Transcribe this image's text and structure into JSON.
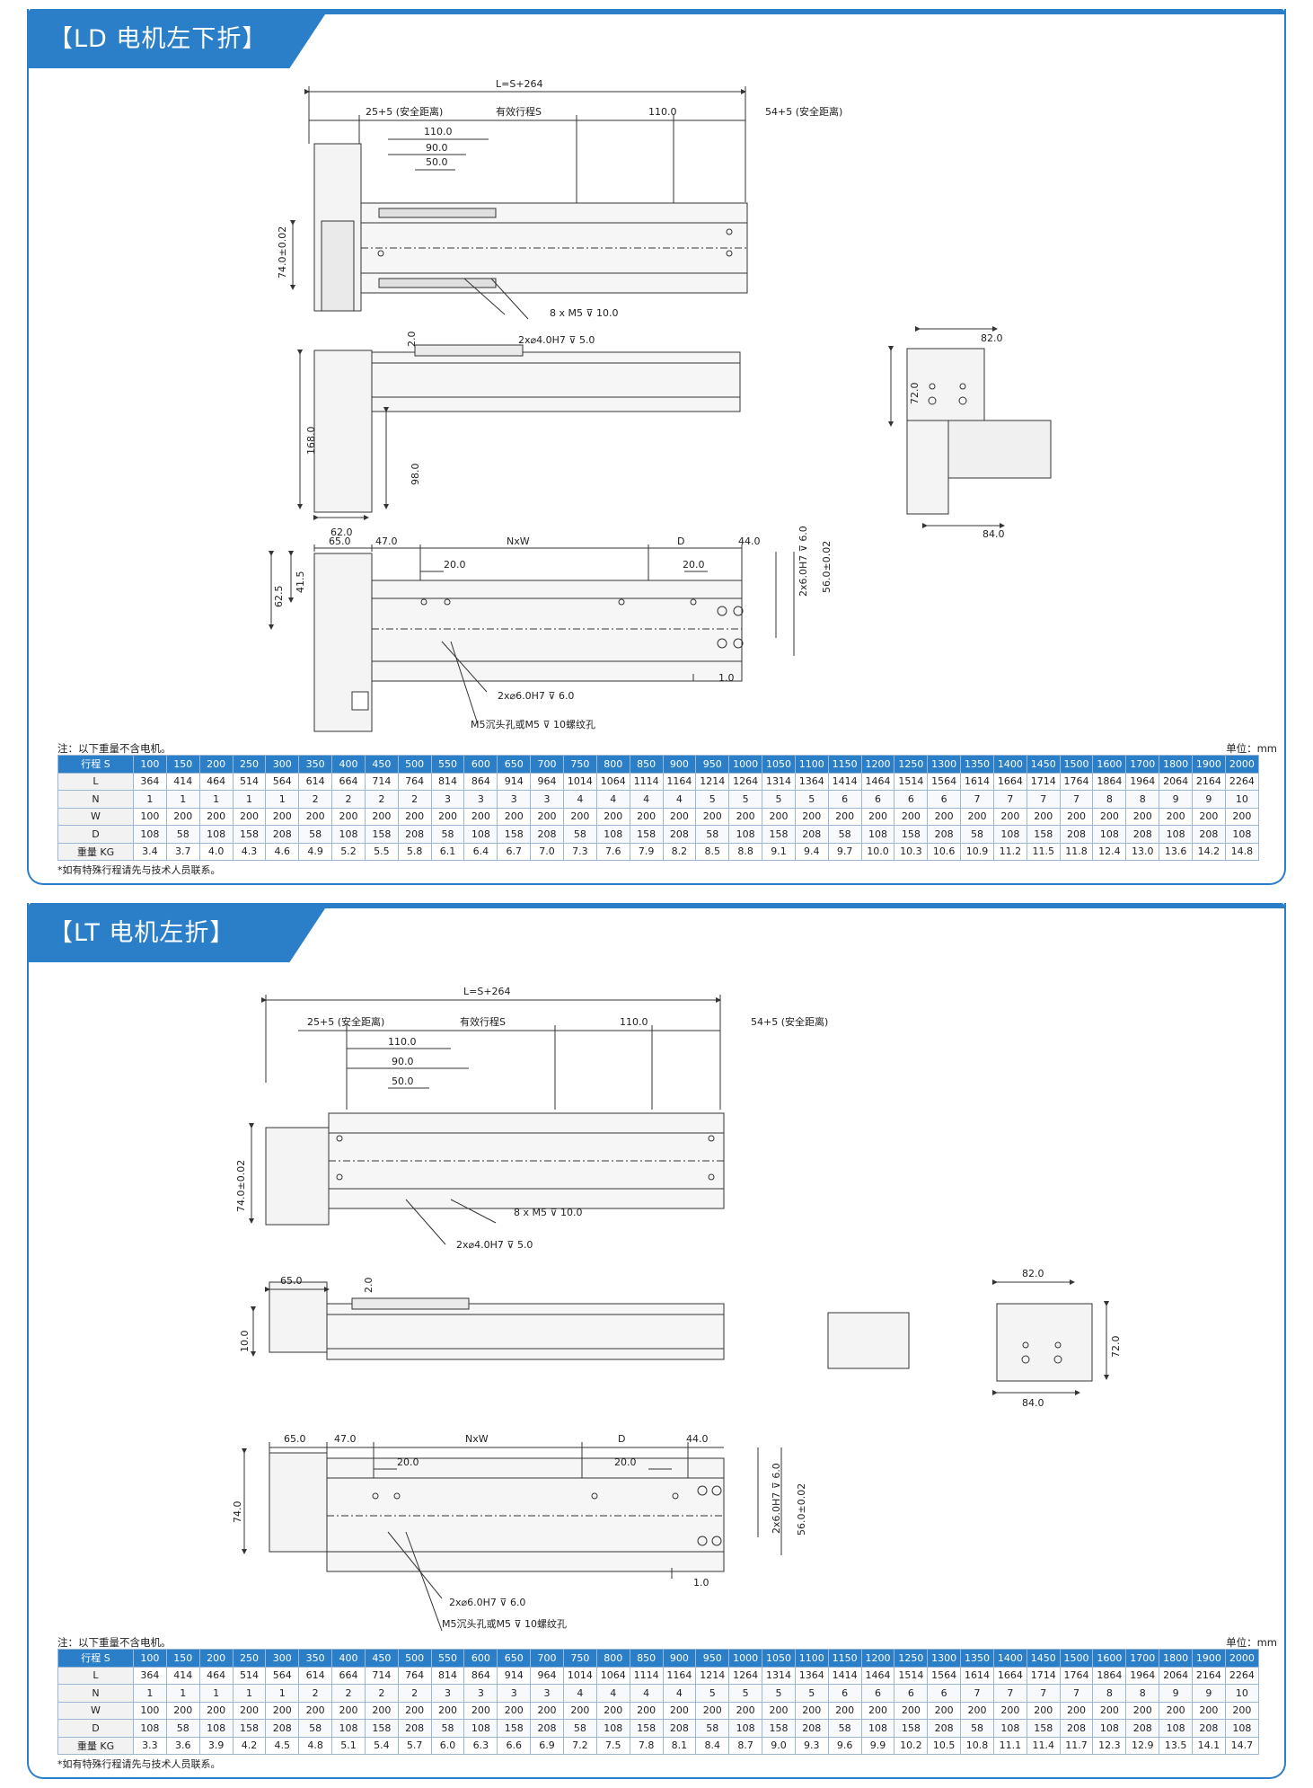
{
  "sections": [
    {
      "title": "【LD 电机左下折】",
      "dims": {
        "total": "L=S+264",
        "safe_left": "25+5 (安全距离)",
        "stroke": "有效行程S",
        "d110": "110.0",
        "safe_right": "54+5 (安全距离)",
        "top110": "110.0",
        "top90": "90.0",
        "top50": "50.0",
        "h74": "74.0±0.02",
        "holes_m5": "8 x  M5 ⊽ 10.0",
        "holes_pin": "2x⌀4.0H7 ⊽ 5.0",
        "s_2": "2.0",
        "s_168": "168.0",
        "s_98": "98.0",
        "s_62": "62.0",
        "e_82": "82.0",
        "e_72": "72.0",
        "e_84": "84.0",
        "b_65": "65.0",
        "b_47": "47.0",
        "b_nxw": "NxW",
        "b_d": "D",
        "b_44": "44.0",
        "b_20a": "20.0",
        "b_20b": "20.0",
        "b_625": "62.5",
        "b_415": "41.5",
        "b_pinv": "2x6.0H7 ⊽ 6.0",
        "b_56": "56.0±0.02",
        "b_1": "1.0",
        "b_pin2": "2x⌀6.0H7 ⊽ 6.0",
        "b_m5": "M5沉头孔或M5 ⊽ 10螺纹孔"
      },
      "note": "注：以下重量不含电机。",
      "unit": "单位：mm",
      "table": {
        "header_label": "行程 S",
        "strokes": [
          "100",
          "150",
          "200",
          "250",
          "300",
          "350",
          "400",
          "450",
          "500",
          "550",
          "600",
          "650",
          "700",
          "750",
          "800",
          "850",
          "900",
          "950",
          "1000",
          "1050",
          "1100",
          "1150",
          "1200",
          "1250",
          "1300",
          "1350",
          "1400",
          "1450",
          "1500",
          "1600",
          "1700",
          "1800",
          "1900",
          "2000"
        ],
        "rows": [
          {
            "label": "L",
            "values": [
              "364",
              "414",
              "464",
              "514",
              "564",
              "614",
              "664",
              "714",
              "764",
              "814",
              "864",
              "914",
              "964",
              "1014",
              "1064",
              "1114",
              "1164",
              "1214",
              "1264",
              "1314",
              "1364",
              "1414",
              "1464",
              "1514",
              "1564",
              "1614",
              "1664",
              "1714",
              "1764",
              "1864",
              "1964",
              "2064",
              "2164",
              "2264"
            ]
          },
          {
            "label": "N",
            "values": [
              "1",
              "1",
              "1",
              "1",
              "1",
              "2",
              "2",
              "2",
              "2",
              "3",
              "3",
              "3",
              "3",
              "4",
              "4",
              "4",
              "4",
              "5",
              "5",
              "5",
              "5",
              "6",
              "6",
              "6",
              "6",
              "7",
              "7",
              "7",
              "7",
              "8",
              "8",
              "9",
              "9",
              "10"
            ]
          },
          {
            "label": "W",
            "values": [
              "100",
              "200",
              "200",
              "200",
              "200",
              "200",
              "200",
              "200",
              "200",
              "200",
              "200",
              "200",
              "200",
              "200",
              "200",
              "200",
              "200",
              "200",
              "200",
              "200",
              "200",
              "200",
              "200",
              "200",
              "200",
              "200",
              "200",
              "200",
              "200",
              "200",
              "200",
              "200",
              "200",
              "200"
            ]
          },
          {
            "label": "D",
            "values": [
              "108",
              "58",
              "108",
              "158",
              "208",
              "58",
              "108",
              "158",
              "208",
              "58",
              "108",
              "158",
              "208",
              "58",
              "108",
              "158",
              "208",
              "58",
              "108",
              "158",
              "208",
              "58",
              "108",
              "158",
              "208",
              "58",
              "108",
              "158",
              "208",
              "108",
              "208",
              "108",
              "208",
              "108"
            ]
          },
          {
            "label": "重量 KG",
            "values": [
              "3.4",
              "3.7",
              "4.0",
              "4.3",
              "4.6",
              "4.9",
              "5.2",
              "5.5",
              "5.8",
              "6.1",
              "6.4",
              "6.7",
              "7.0",
              "7.3",
              "7.6",
              "7.9",
              "8.2",
              "8.5",
              "8.8",
              "9.1",
              "9.4",
              "9.7",
              "10.0",
              "10.3",
              "10.6",
              "10.9",
              "11.2",
              "11.5",
              "11.8",
              "12.4",
              "13.0",
              "13.6",
              "14.2",
              "14.8"
            ]
          }
        ]
      },
      "footnote": "*如有特殊行程请先与技术人员联系。"
    },
    {
      "title": "【LT 电机左折】",
      "dims": {
        "total": "L=S+264",
        "safe_left": "25+5 (安全距离)",
        "stroke": "有效行程S",
        "d110": "110.0",
        "safe_right": "54+5 (安全距离)",
        "top110": "110.0",
        "top90": "90.0",
        "top50": "50.0",
        "h74": "74.0±0.02",
        "holes_m5": "8 x  M5 ⊽ 10.0",
        "holes_pin": "2x⌀4.0H7 ⊽ 5.0",
        "s_65": "65.0",
        "s_2": "2.0",
        "s_10": "10.0",
        "e_82": "82.0",
        "e_72": "72.0",
        "e_84": "84.0",
        "b_65": "65.0",
        "b_47": "47.0",
        "b_nxw": "NxW",
        "b_d": "D",
        "b_44": "44.0",
        "b_20a": "20.0",
        "b_20b": "20.0",
        "b_74": "74.0",
        "b_pinv": "2x6.0H7 ⊽ 6.0",
        "b_56": "56.0±0.02",
        "b_1": "1.0",
        "b_pin2": "2x⌀6.0H7 ⊽ 6.0",
        "b_m5": "M5沉头孔或M5 ⊽ 10螺纹孔"
      },
      "note": "注：以下重量不含电机。",
      "unit": "单位：mm",
      "table": {
        "header_label": "行程 S",
        "strokes": [
          "100",
          "150",
          "200",
          "250",
          "300",
          "350",
          "400",
          "450",
          "500",
          "550",
          "600",
          "650",
          "700",
          "750",
          "800",
          "850",
          "900",
          "950",
          "1000",
          "1050",
          "1100",
          "1150",
          "1200",
          "1250",
          "1300",
          "1350",
          "1400",
          "1450",
          "1500",
          "1600",
          "1700",
          "1800",
          "1900",
          "2000"
        ],
        "rows": [
          {
            "label": "L",
            "values": [
              "364",
              "414",
              "464",
              "514",
              "564",
              "614",
              "664",
              "714",
              "764",
              "814",
              "864",
              "914",
              "964",
              "1014",
              "1064",
              "1114",
              "1164",
              "1214",
              "1264",
              "1314",
              "1364",
              "1414",
              "1464",
              "1514",
              "1564",
              "1614",
              "1664",
              "1714",
              "1764",
              "1864",
              "1964",
              "2064",
              "2164",
              "2264"
            ]
          },
          {
            "label": "N",
            "values": [
              "1",
              "1",
              "1",
              "1",
              "1",
              "2",
              "2",
              "2",
              "2",
              "3",
              "3",
              "3",
              "3",
              "4",
              "4",
              "4",
              "4",
              "5",
              "5",
              "5",
              "5",
              "6",
              "6",
              "6",
              "6",
              "7",
              "7",
              "7",
              "7",
              "8",
              "8",
              "9",
              "9",
              "10"
            ]
          },
          {
            "label": "W",
            "values": [
              "100",
              "200",
              "200",
              "200",
              "200",
              "200",
              "200",
              "200",
              "200",
              "200",
              "200",
              "200",
              "200",
              "200",
              "200",
              "200",
              "200",
              "200",
              "200",
              "200",
              "200",
              "200",
              "200",
              "200",
              "200",
              "200",
              "200",
              "200",
              "200",
              "200",
              "200",
              "200",
              "200",
              "200"
            ]
          },
          {
            "label": "D",
            "values": [
              "108",
              "58",
              "108",
              "158",
              "208",
              "58",
              "108",
              "158",
              "208",
              "58",
              "108",
              "158",
              "208",
              "58",
              "108",
              "158",
              "208",
              "58",
              "108",
              "158",
              "208",
              "58",
              "108",
              "158",
              "208",
              "58",
              "108",
              "158",
              "208",
              "108",
              "208",
              "108",
              "208",
              "108"
            ]
          },
          {
            "label": "重量 KG",
            "values": [
              "3.3",
              "3.6",
              "3.9",
              "4.2",
              "4.5",
              "4.8",
              "5.1",
              "5.4",
              "5.7",
              "6.0",
              "6.3",
              "6.6",
              "6.9",
              "7.2",
              "7.5",
              "7.8",
              "8.1",
              "8.4",
              "8.7",
              "9.0",
              "9.3",
              "9.6",
              "9.9",
              "10.2",
              "10.5",
              "10.8",
              "11.1",
              "11.4",
              "11.7",
              "12.3",
              "12.9",
              "13.5",
              "14.1",
              "14.7"
            ]
          }
        ]
      },
      "footnote": "*如有特殊行程请先与技术人员联系。"
    }
  ]
}
